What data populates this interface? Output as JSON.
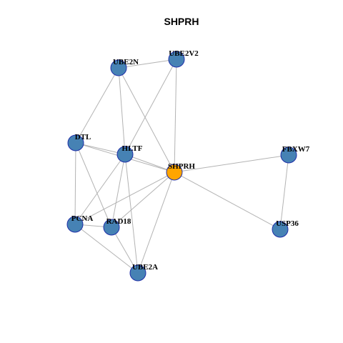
{
  "title": "SHPRH",
  "colors": {
    "default_node": "#4682B4",
    "highlight_node": "#FFA500",
    "node_border": "#1f2fa8",
    "edge": "#b3b3b3"
  },
  "nodes": [
    {
      "id": "UBE2N",
      "label": "UBE2N",
      "highlight": false
    },
    {
      "id": "UBE2V2",
      "label": "UBE2V2",
      "highlight": false
    },
    {
      "id": "DTL",
      "label": "DTL",
      "highlight": false
    },
    {
      "id": "HLTF",
      "label": "HLTF",
      "highlight": false
    },
    {
      "id": "SHPRH",
      "label": "SHPRH",
      "highlight": true
    },
    {
      "id": "FBXW7",
      "label": "FBXW7",
      "highlight": false
    },
    {
      "id": "PCNA",
      "label": "PCNA",
      "highlight": false
    },
    {
      "id": "RAD18",
      "label": "RAD18",
      "highlight": false
    },
    {
      "id": "USP36",
      "label": "USP36",
      "highlight": false
    },
    {
      "id": "UBE2A",
      "label": "UBE2A",
      "highlight": false
    }
  ],
  "edges": [
    [
      "UBE2N",
      "UBE2V2"
    ],
    [
      "UBE2N",
      "DTL"
    ],
    [
      "UBE2N",
      "HLTF"
    ],
    [
      "UBE2N",
      "SHPRH"
    ],
    [
      "UBE2V2",
      "HLTF"
    ],
    [
      "UBE2V2",
      "SHPRH"
    ],
    [
      "DTL",
      "HLTF"
    ],
    [
      "DTL",
      "SHPRH"
    ],
    [
      "DTL",
      "PCNA"
    ],
    [
      "DTL",
      "RAD18"
    ],
    [
      "HLTF",
      "SHPRH"
    ],
    [
      "HLTF",
      "PCNA"
    ],
    [
      "HLTF",
      "RAD18"
    ],
    [
      "HLTF",
      "UBE2A"
    ],
    [
      "SHPRH",
      "FBXW7"
    ],
    [
      "SHPRH",
      "USP36"
    ],
    [
      "SHPRH",
      "PCNA"
    ],
    [
      "SHPRH",
      "RAD18"
    ],
    [
      "SHPRH",
      "UBE2A"
    ],
    [
      "FBXW7",
      "USP36"
    ],
    [
      "PCNA",
      "RAD18"
    ],
    [
      "PCNA",
      "UBE2A"
    ],
    [
      "RAD18",
      "UBE2A"
    ]
  ]
}
